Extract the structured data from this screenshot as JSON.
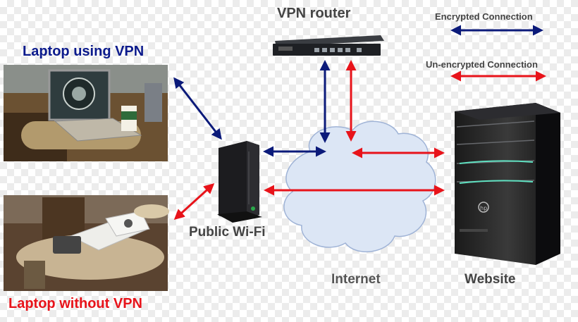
{
  "labels": {
    "laptop_vpn": "Laptop using VPN",
    "laptop_no_vpn": "Laptop without VPN",
    "vpn_router": "VPN router",
    "public_wifi": "Public Wi-Fi",
    "internet": "Internet",
    "website": "Website"
  },
  "legend": {
    "encrypted": "Encrypted Connection",
    "unencrypted": "Un-encrypted Connection"
  },
  "colors": {
    "encrypted": "#0b1a7a",
    "unencrypted": "#e8131a",
    "cloud_fill": "#dce6f5",
    "cloud_stroke": "#9fb3d6"
  },
  "icons": {
    "router": "vpn-router-icon",
    "wifi": "wifi-router-icon",
    "server": "server-tower-icon",
    "laptop_vpn": "laptop-photo-icon",
    "laptop_no_vpn": "laptop-photo-icon",
    "cloud": "cloud-icon"
  }
}
